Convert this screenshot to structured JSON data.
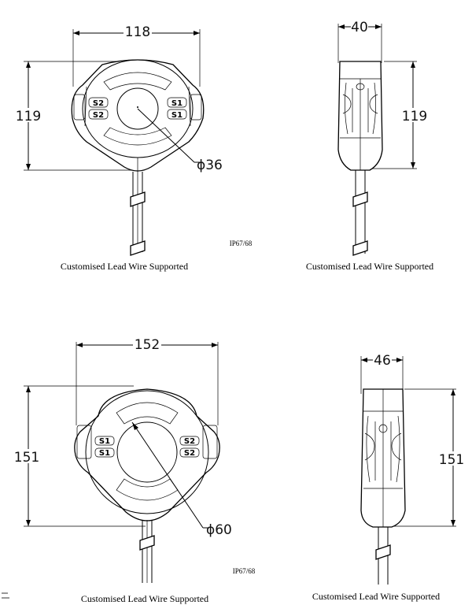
{
  "top_front": {
    "width_dim": "118",
    "height_dim": "119",
    "hole_dim": "ϕ36",
    "left_tags": [
      "S2",
      "S2"
    ],
    "right_tags": [
      "S1",
      "S1"
    ],
    "rating": "IP67/68",
    "caption": "Customised Lead Wire Supported"
  },
  "top_side": {
    "width_dim": "40",
    "height_dim": "119",
    "caption": "Customised Lead Wire Supported"
  },
  "bottom_front": {
    "width_dim": "152",
    "height_dim": "151",
    "hole_dim": "ϕ60",
    "left_tags": [
      "S1",
      "S1"
    ],
    "right_tags": [
      "S2",
      "S2"
    ],
    "rating": "IP67/68",
    "caption": "Customised Lead Wire Supported"
  },
  "bottom_side": {
    "width_dim": "46",
    "height_dim": "151",
    "caption": "Customised Lead Wire Supported"
  }
}
